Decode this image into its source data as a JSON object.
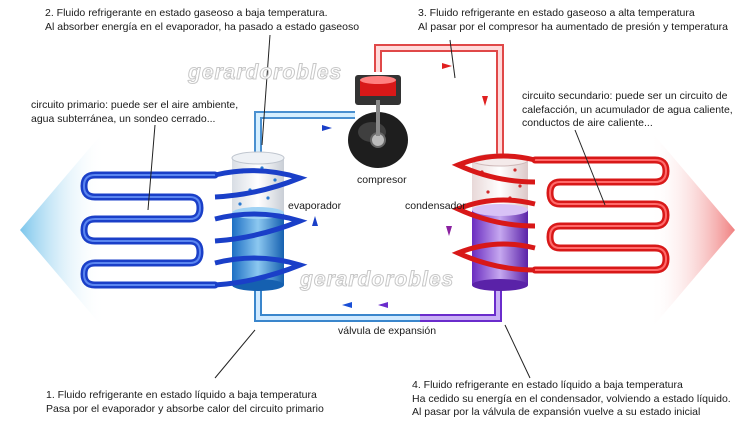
{
  "steps": {
    "step1": {
      "line1": "1. Fluido refrigerante en estado líquido a baja temperatura",
      "line2": "Pasa por el evaporador y absorbe calor del circuito primario"
    },
    "step2": {
      "line1": "2. Fluido refrigerante en estado gaseoso a baja temperatura.",
      "line2": "Al absorber energía en el evaporador, ha pasado a estado gaseoso"
    },
    "step3": {
      "line1": "3. Fluido refrigerante en estado gaseoso a alta temperatura",
      "line2": "Al pasar por el compresor ha aumentado de presión y temperatura"
    },
    "step4": {
      "line1": "4. Fluido refrigerante en estado líquido a baja temperatura",
      "line2": "Ha cedido su energía en el condensador, volviendo a estado líquido.",
      "line3": "Al pasar por la válvula de expansión vuelve a su estado inicial"
    }
  },
  "circuits": {
    "primary": {
      "line1": "circuito primario: puede ser el aire ambiente,",
      "line2": "agua subterránea, un sondeo cerrado..."
    },
    "secondary": {
      "line1": "circuito secundario: puede ser un circuito de",
      "line2": "calefacción, un acumulador de agua caliente,",
      "line3": "conductos de aire caliente..."
    }
  },
  "components": {
    "evaporator": "evaporador",
    "compressor": "compresor",
    "condenser": "condensador",
    "expansion_valve": "válvula de expansión"
  },
  "watermark": "gerardorobles",
  "colors": {
    "cold": "#1a4fd6",
    "cold_light": "#a8d8f0",
    "hot": "#e02020",
    "hot_light": "#f6b0b0",
    "liquid_after_valve": "#7a3cd8",
    "compressor": "#222222"
  }
}
